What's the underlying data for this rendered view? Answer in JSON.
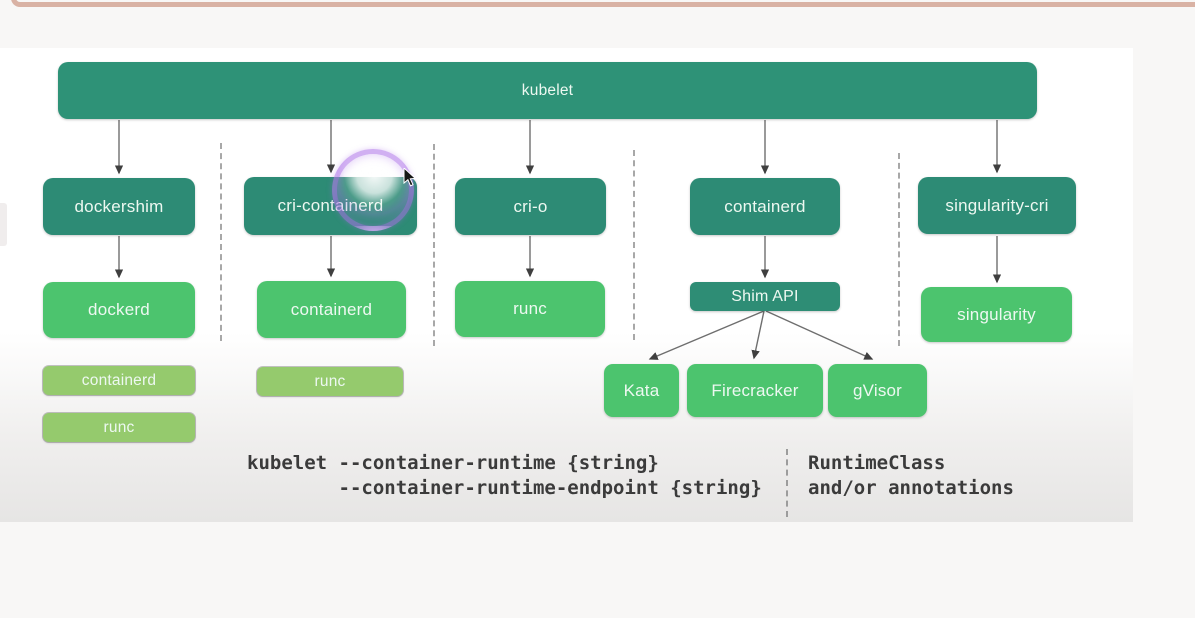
{
  "diagram": {
    "root": "kubelet",
    "columns": [
      {
        "runtime": "dockershim",
        "stack": [
          "dockerd",
          "containerd",
          "runc"
        ]
      },
      {
        "runtime": "cri-containerd",
        "stack": [
          "containerd",
          "runc"
        ]
      },
      {
        "runtime": "cri-o",
        "stack": [
          "runc"
        ]
      },
      {
        "runtime": "containerd",
        "shim": "Shim API",
        "shim_runtimes": [
          "Kata",
          "Firecracker",
          "gVisor"
        ]
      },
      {
        "runtime": "singularity-cri",
        "stack": [
          "singularity"
        ]
      }
    ]
  },
  "footer": {
    "cli_flags": "kubelet --container-runtime {string}\n        --container-runtime-endpoint {string}",
    "runtime_class": "RuntimeClass\nand/or annotations"
  },
  "colors": {
    "root_bar": "#2e9277",
    "runtime_box": "#2d8b75",
    "shim_box": "#2e8d75",
    "green_box": "#4cc46e",
    "olive_box": "#95ca6d",
    "frame_accent": "#d9b2a4",
    "footer_text": "#3b3b3b"
  }
}
